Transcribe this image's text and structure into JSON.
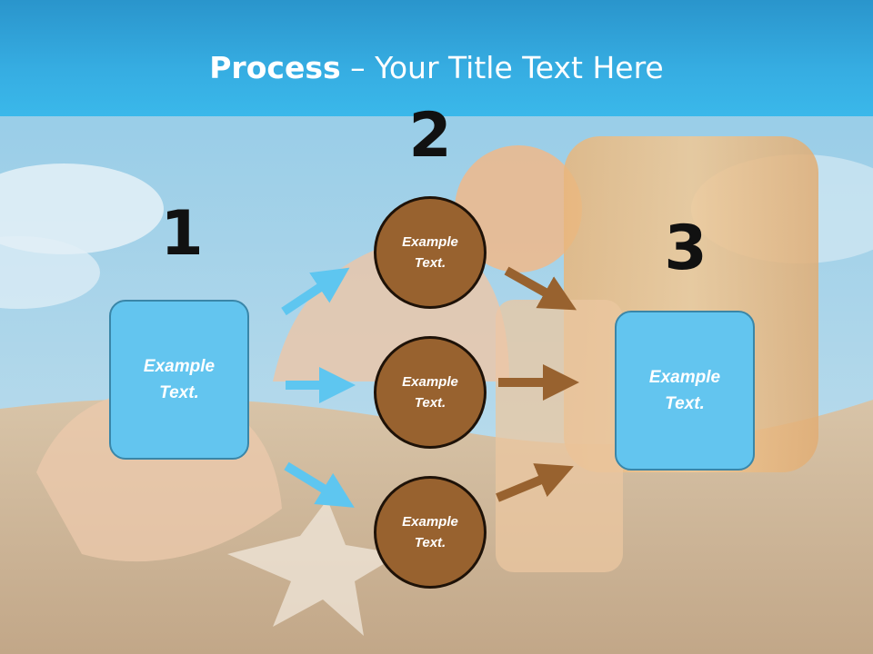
{
  "title": {
    "bold": "Process",
    "rest": " – Your Title Text Here"
  },
  "steps": {
    "one": {
      "number": "1",
      "text": "Example Text."
    },
    "two": {
      "number": "2",
      "items": [
        "Example Text.",
        "Example Text.",
        "Example Text."
      ]
    },
    "three": {
      "number": "3",
      "text": "Example Text."
    }
  },
  "colors": {
    "title_bar": "#36ade2",
    "box_fill": "#63c5ef",
    "circle_fill": "#98622f",
    "blue_arrow": "#5ec6f0",
    "brown_arrow": "#98622f"
  }
}
